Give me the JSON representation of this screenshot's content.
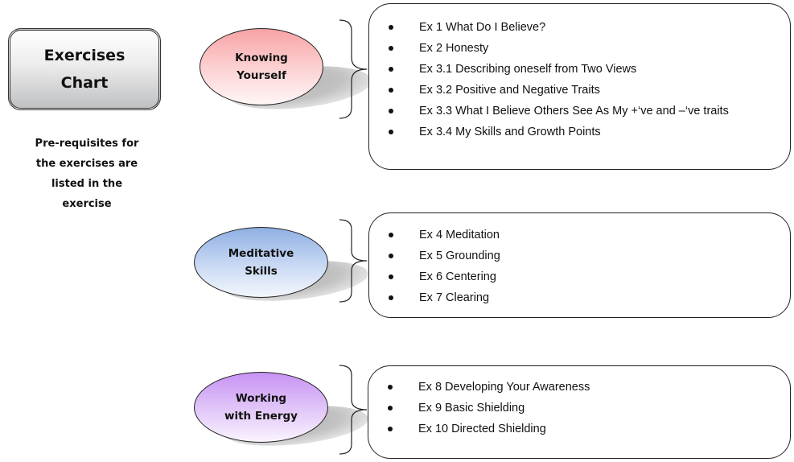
{
  "title": {
    "line1": "Exercises",
    "line2": "Chart"
  },
  "note": {
    "lines": [
      "Pre-requisites for",
      "the exercises are",
      "listed in the",
      "exercise"
    ]
  },
  "groups": [
    {
      "label_line1": "Knowing",
      "label_line2": "Yourself",
      "color": "#f8a1a4",
      "items": [
        "Ex 1 What Do I Believe?",
        "Ex 2 Honesty",
        "Ex 3.1 Describing oneself from Two Views",
        "Ex 3.2 Positive and Negative Traits",
        "Ex 3.3 What I Believe Others See As My +‘ve and –‘ve traits",
        "Ex 3.4 My Skills and Growth Points"
      ]
    },
    {
      "label_line1": "Meditative",
      "label_line2": "Skills",
      "color": "#8fb0e4",
      "items": [
        "Ex 4 Meditation",
        "Ex 5 Grounding",
        "Ex 6 Centering",
        "Ex 7 Clearing"
      ]
    },
    {
      "label_line1": "Working",
      "label_line2": "with Energy",
      "color": "#c793f3",
      "items": [
        "Ex 8 Developing Your Awareness",
        "Ex 9 Basic Shielding",
        "Ex 10 Directed Shielding"
      ]
    }
  ]
}
